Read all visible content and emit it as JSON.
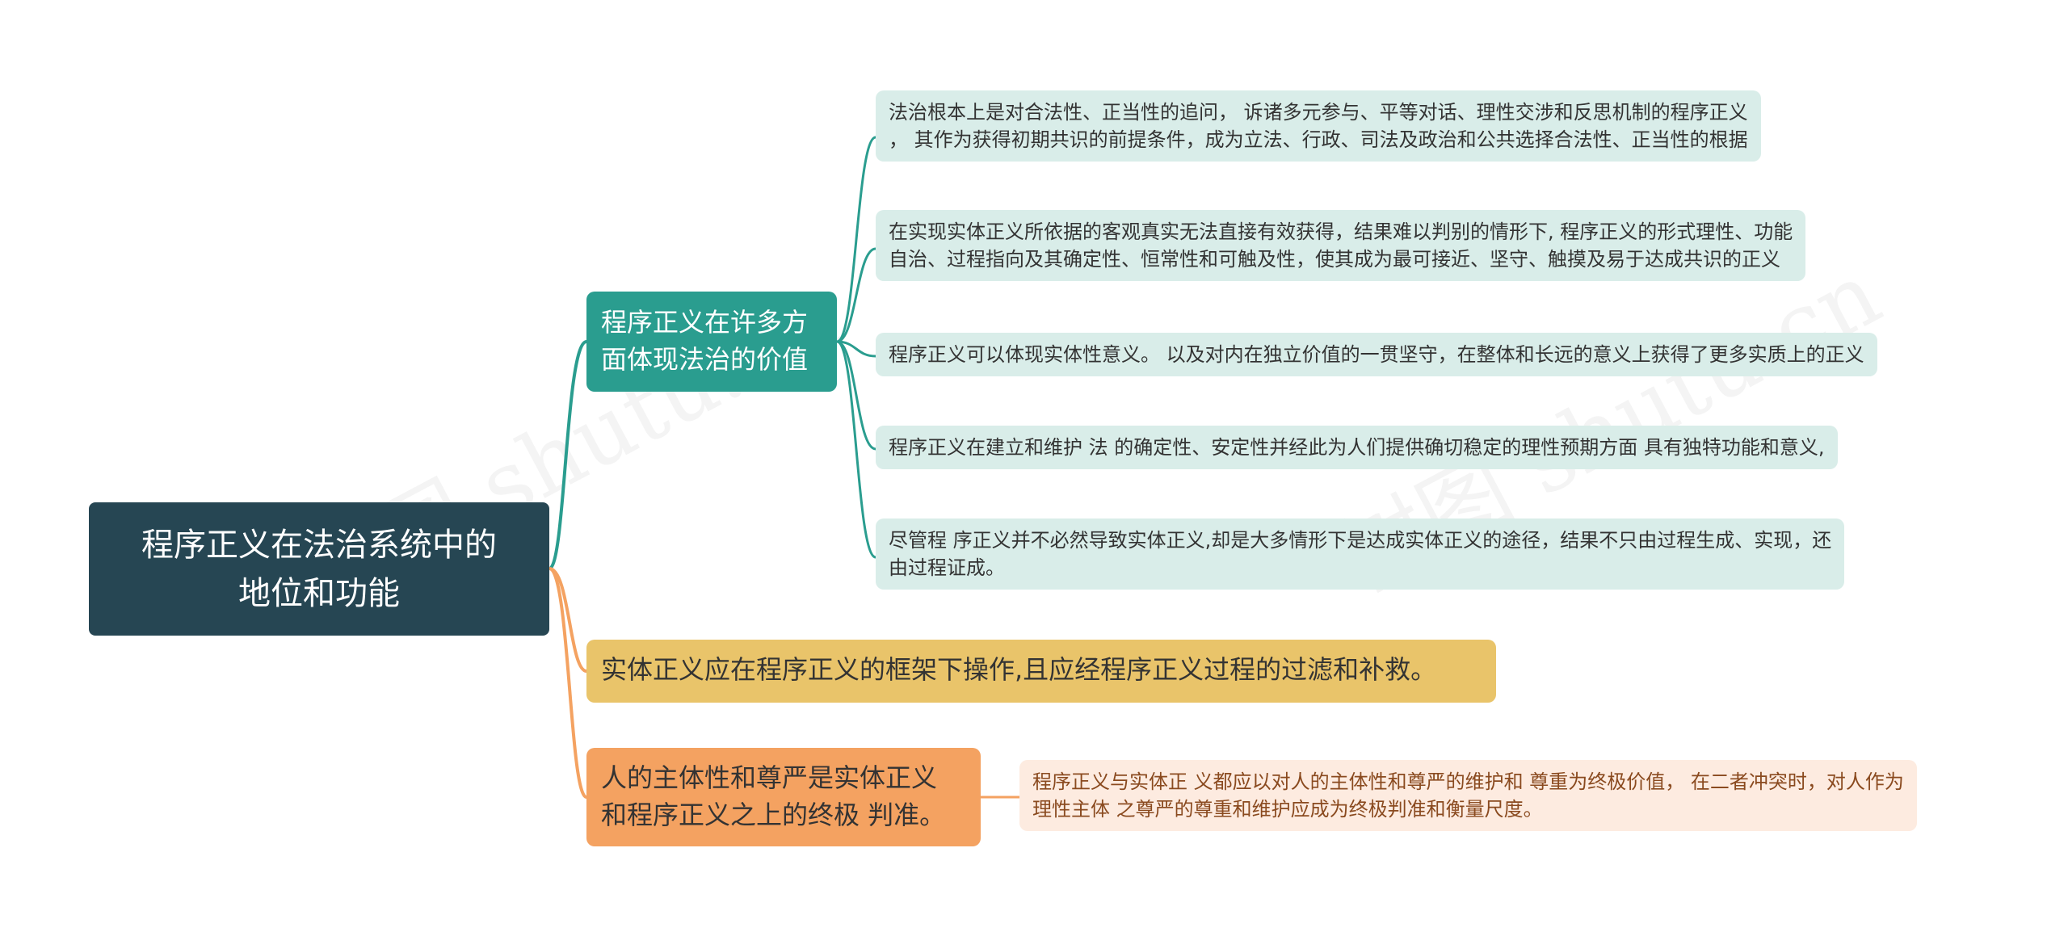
{
  "root": {
    "lines": [
      "程序正义在法治系统中的",
      "地位和功能"
    ]
  },
  "branches": [
    {
      "lines": [
        "程序正义在许多方",
        "面体现法治的价值"
      ],
      "color": "#2a9d8f",
      "children": [
        {
          "lines": [
            "法治根本上是对合法性、正当性的追问， 诉诸多元参与、平等对话、理性交涉和反思机制的程序正义",
            "， 其作为获得初期共识的前提条件，成为立法、行政、司法及政治和公共选择合法性、正当性的根据"
          ]
        },
        {
          "lines": [
            "在实现实体正义所依据的客观真实无法直接有效获得，结果难以判别的情形下, 程序正义的形式理性、功能",
            "自治、过程指向及其确定性、恒常性和可触及性，使其成为最可接近、坚守、触摸及易于达成共识的正义"
          ]
        },
        {
          "lines": [
            "程序正义可以体现实体性意义。  以及对内在独立价值的一贯坚守，在整体和长远的意义上获得了更多实质上的正义"
          ]
        },
        {
          "lines": [
            "程序正义在建立和维护 法 的确定性、安定性并经此为人们提供确切稳定的理性预期方面 具有独特功能和意义,"
          ]
        },
        {
          "lines": [
            "尽管程 序正义并不必然导致实体正义,却是大多情形下是达成实体正义的途径，结果不只由过程生成、实现，还",
            "由过程证成。"
          ]
        }
      ]
    },
    {
      "lines": [
        "实体正义应在程序正义的框架下操作,且应经程序正义过程的过滤和补救。"
      ],
      "color": "#e9c46a",
      "children": []
    },
    {
      "lines": [
        "人的主体性和尊严是实体正义",
        "和程序正义之上的终极 判准。"
      ],
      "color": "#f4a261",
      "children": [
        {
          "lines": [
            "程序正义与实体正 义都应以对人的主体性和尊严的维护和 尊重为终极价值，  在二者冲突时，对人作为",
            "理性主体 之尊严的尊重和维护应成为终极判准和衡量尺度。"
          ]
        }
      ]
    }
  ],
  "watermark": [
    "树图 shutu.cn",
    "树图 shutu.cn"
  ],
  "colors": {
    "root": "#264653",
    "teal": "#2a9d8f",
    "yellow": "#e9c46a",
    "orange": "#f4a261",
    "leaf_bg": "#d9ede9",
    "leaf_orange_bg": "#fdebe0"
  }
}
